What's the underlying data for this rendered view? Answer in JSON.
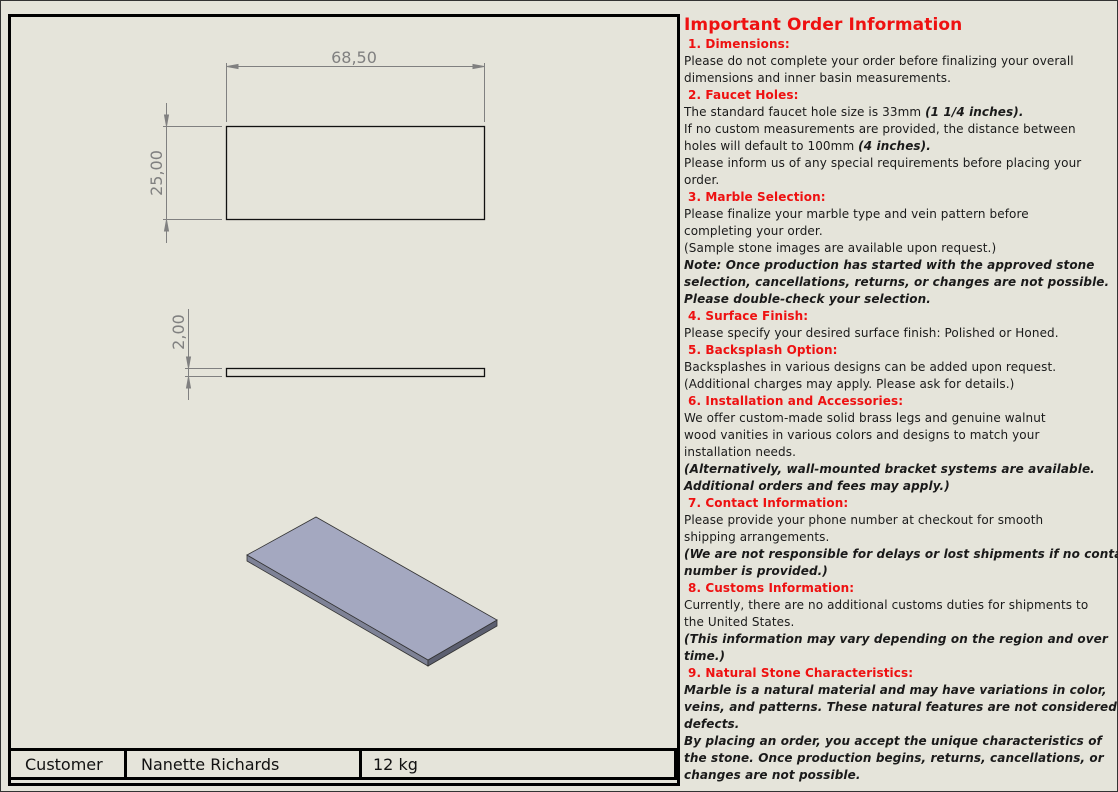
{
  "drawing": {
    "top_view": {
      "width_label": "68,50",
      "height_label": "25,00"
    },
    "side_view": {
      "thickness_label": "2,00"
    },
    "iso_view_color": "#a4a8c0"
  },
  "title_block": {
    "label": "Customer",
    "customer_name": "Nanette Richards",
    "weight": "12 kg"
  },
  "info": {
    "title": "Important Order Information",
    "lines": [
      [
        {
          "s": "h",
          "t": "1. Dimensions:"
        }
      ],
      [
        {
          "s": "n",
          "t": "Please do not complete your order before finalizing your overall"
        }
      ],
      [
        {
          "s": "n",
          "t": "dimensions and inner basin measurements."
        }
      ],
      [
        {
          "s": "h",
          "t": "2. Faucet Holes:"
        }
      ],
      [
        {
          "s": "n",
          "t": "The standard faucet hole size is 33mm "
        },
        {
          "s": "i",
          "t": "(1 1/4 inches)."
        }
      ],
      [
        {
          "s": "n",
          "t": "If no custom measurements are provided, the distance between"
        }
      ],
      [
        {
          "s": "n",
          "t": "holes will default to 100mm "
        },
        {
          "s": "i",
          "t": "(4 inches)."
        }
      ],
      [
        {
          "s": "n",
          "t": "Please inform us of any special requirements before placing your"
        }
      ],
      [
        {
          "s": "n",
          "t": "order."
        }
      ],
      [
        {
          "s": "h",
          "t": "3. Marble Selection:"
        }
      ],
      [
        {
          "s": "n",
          "t": "Please finalize your marble type and vein pattern before"
        }
      ],
      [
        {
          "s": "n",
          "t": "completing your order."
        }
      ],
      [
        {
          "s": "n",
          "t": "(Sample stone images are available upon request.)"
        }
      ],
      [
        {
          "s": "i",
          "t": "Note: Once production has started with the approved stone"
        }
      ],
      [
        {
          "s": "i",
          "t": "selection, cancellations, returns, or changes are not possible."
        }
      ],
      [
        {
          "s": "i",
          "t": "Please double-check your selection."
        }
      ],
      [
        {
          "s": "h",
          "t": "4. Surface Finish:"
        }
      ],
      [
        {
          "s": "n",
          "t": "Please specify your desired surface finish: Polished or Honed."
        }
      ],
      [
        {
          "s": "h",
          "t": "5. Backsplash Option:"
        }
      ],
      [
        {
          "s": "n",
          "t": "Backsplashes in various designs can be added upon request."
        }
      ],
      [
        {
          "s": "n",
          "t": "(Additional charges may apply. Please ask for details.)"
        }
      ],
      [
        {
          "s": "h",
          "t": "6. Installation and Accessories:"
        }
      ],
      [
        {
          "s": "n",
          "t": "We offer custom-made solid brass legs and genuine walnut"
        }
      ],
      [
        {
          "s": "n",
          "t": "wood vanities in various colors and designs to match your"
        }
      ],
      [
        {
          "s": "n",
          "t": "installation needs."
        }
      ],
      [
        {
          "s": "i",
          "t": "(Alternatively, wall-mounted bracket systems are available."
        }
      ],
      [
        {
          "s": "i",
          "t": "Additional orders and fees may apply.)"
        }
      ],
      [
        {
          "s": "h",
          "t": "7. Contact Information:"
        }
      ],
      [
        {
          "s": "n",
          "t": "Please provide your phone number at checkout for smooth"
        }
      ],
      [
        {
          "s": "n",
          "t": "shipping arrangements."
        }
      ],
      [
        {
          "s": "i",
          "t": "(We are not responsible for delays or lost shipments if no contact"
        }
      ],
      [
        {
          "s": "i",
          "t": "number is provided.)"
        }
      ],
      [
        {
          "s": "h",
          "t": "8. Customs Information:"
        }
      ],
      [
        {
          "s": "n",
          "t": "Currently, there are no additional customs duties for shipments to"
        }
      ],
      [
        {
          "s": "n",
          "t": "the United States."
        }
      ],
      [
        {
          "s": "i",
          "t": "(This information may vary depending on the region and over"
        }
      ],
      [
        {
          "s": "i",
          "t": "time.)"
        }
      ],
      [
        {
          "s": "h",
          "t": "9. Natural Stone Characteristics:"
        }
      ],
      [
        {
          "s": "i",
          "t": "Marble is a natural material and may have variations in color,"
        }
      ],
      [
        {
          "s": "i",
          "t": "veins, and patterns. These natural features are not considered"
        }
      ],
      [
        {
          "s": "i",
          "t": "defects."
        }
      ],
      [
        {
          "s": "i",
          "t": "By placing an order, you accept the unique characteristics of"
        }
      ],
      [
        {
          "s": "i",
          "t": "the stone. Once production begins, returns, cancellations, or"
        }
      ],
      [
        {
          "s": "i",
          "t": "changes are not possible."
        }
      ]
    ]
  }
}
